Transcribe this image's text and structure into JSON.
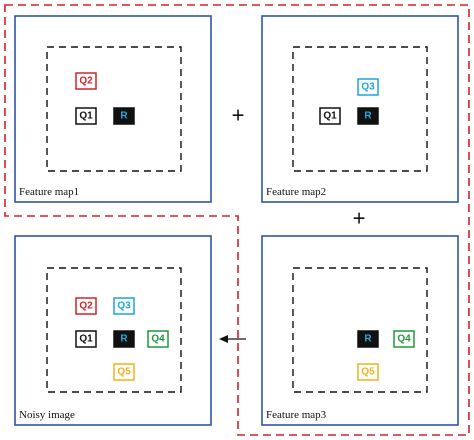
{
  "panels": {
    "feature_map1": {
      "label": "Feature map1"
    },
    "feature_map2": {
      "label": "Feature map2"
    },
    "feature_map3": {
      "label": "Feature map3"
    },
    "noisy_image": {
      "label": "Noisy image"
    }
  },
  "operators": {
    "plus": "+",
    "arrow": "←"
  },
  "pixels": {
    "R": "R",
    "Q1": "Q1",
    "Q2": "Q2",
    "Q3": "Q3",
    "Q4": "Q4",
    "Q5": "Q5"
  },
  "colors": {
    "panel_border": "#2f55a4",
    "window_border": "#111111",
    "group_outline": "#d2232a",
    "Q1": "#111111",
    "Q2": "#d2232a",
    "Q3": "#1ba6d9",
    "Q4": "#1f9a3c",
    "Q5": "#f2b21a",
    "R_fill": "#111111",
    "R_text": "#27a8e0"
  }
}
